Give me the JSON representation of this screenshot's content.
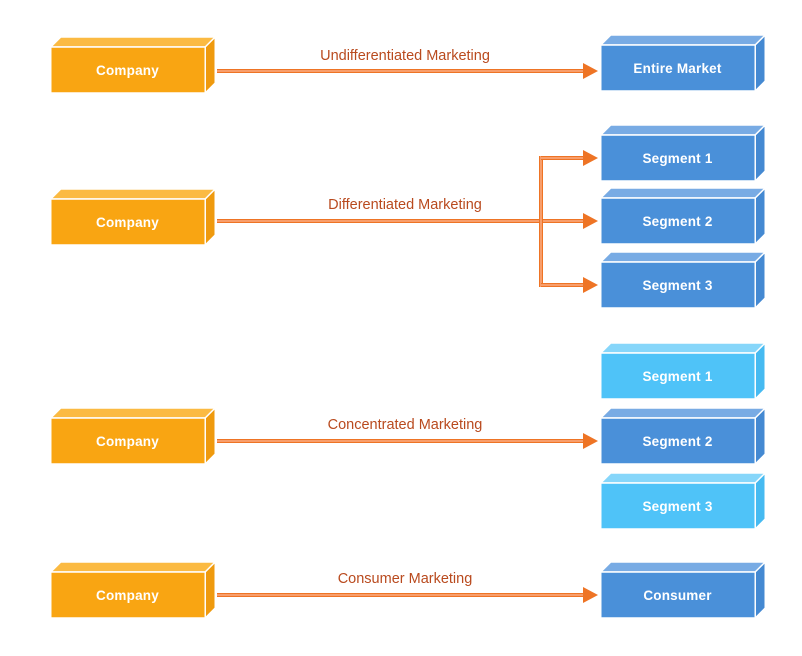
{
  "colors": {
    "background": "#FFFFFF",
    "amber_front": "#F9A512",
    "amber_top": "#FBBA42",
    "amber_side": "#EF9A0E",
    "blue_front": "#4A90D9",
    "blue_top": "#78ABE4",
    "blue_side": "#4489D2",
    "lightblue_front": "#4FC3F8",
    "lightblue_top": "#86D6FA",
    "lightblue_side": "#46BAF1",
    "arrow": "#EE7425",
    "arrow_core": "#F89E6B",
    "label_text": "#B94A1E",
    "box_text": "#FFFFFF"
  },
  "rows": [
    {
      "source": "Company",
      "arrow_label": "Undifferentiated Marketing",
      "targets": [
        {
          "label": "Entire Market",
          "variant": "blue"
        }
      ]
    },
    {
      "source": "Company",
      "arrow_label": "Differentiated Marketing",
      "targets": [
        {
          "label": "Segment 1",
          "variant": "blue"
        },
        {
          "label": "Segment 2",
          "variant": "blue"
        },
        {
          "label": "Segment 3",
          "variant": "blue"
        }
      ]
    },
    {
      "source": "Company",
      "arrow_label": "Concentrated Marketing",
      "targets": [
        {
          "label": "Segment 1",
          "variant": "lightblue"
        },
        {
          "label": "Segment 2",
          "variant": "blue"
        },
        {
          "label": "Segment 3",
          "variant": "lightblue"
        }
      ]
    },
    {
      "source": "Company",
      "arrow_label": "Consumer Marketing",
      "targets": [
        {
          "label": "Consumer",
          "variant": "blue"
        }
      ]
    }
  ]
}
